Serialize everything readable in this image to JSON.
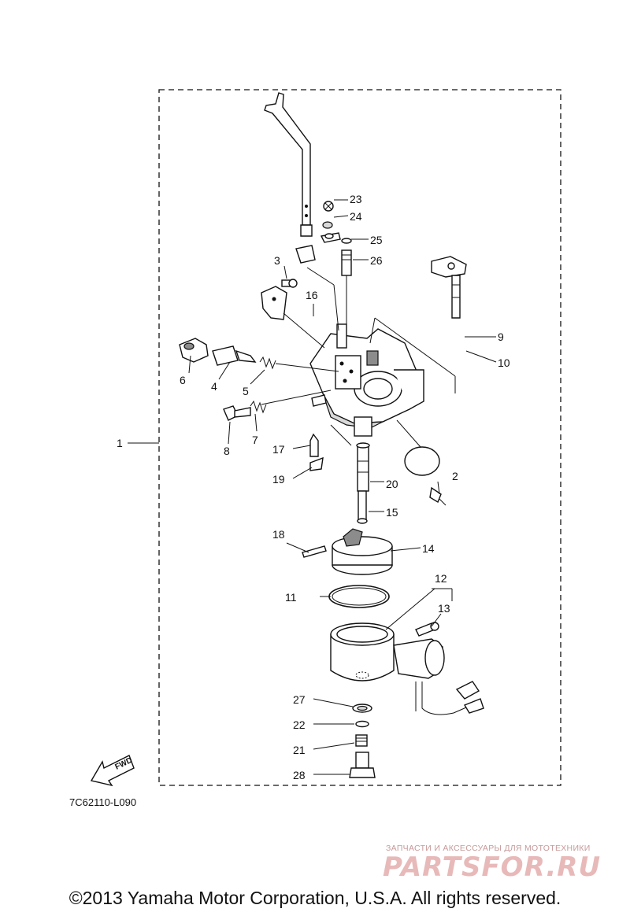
{
  "diagram_code": "7C62110-L090",
  "fwd_label": "FWD",
  "callouts": [
    {
      "num": "1"
    },
    {
      "num": "2"
    },
    {
      "num": "3"
    },
    {
      "num": "4"
    },
    {
      "num": "5"
    },
    {
      "num": "6"
    },
    {
      "num": "7"
    },
    {
      "num": "8"
    },
    {
      "num": "9"
    },
    {
      "num": "10"
    },
    {
      "num": "11"
    },
    {
      "num": "12"
    },
    {
      "num": "13"
    },
    {
      "num": "14"
    },
    {
      "num": "15"
    },
    {
      "num": "16"
    },
    {
      "num": "17"
    },
    {
      "num": "18"
    },
    {
      "num": "19"
    },
    {
      "num": "20"
    },
    {
      "num": "21"
    },
    {
      "num": "22"
    },
    {
      "num": "23"
    },
    {
      "num": "24"
    },
    {
      "num": "25"
    },
    {
      "num": "26"
    },
    {
      "num": "27"
    },
    {
      "num": "28"
    }
  ],
  "watermark": {
    "tagline": "ЗАПЧАСТИ И АКСЕССУАРЫ ДЛЯ МОТОТЕХНИКИ",
    "logo": "PARTSFOR.RU"
  },
  "copyright": "©2013 Yamaha Motor Corporation, U.S.A. All rights reserved."
}
